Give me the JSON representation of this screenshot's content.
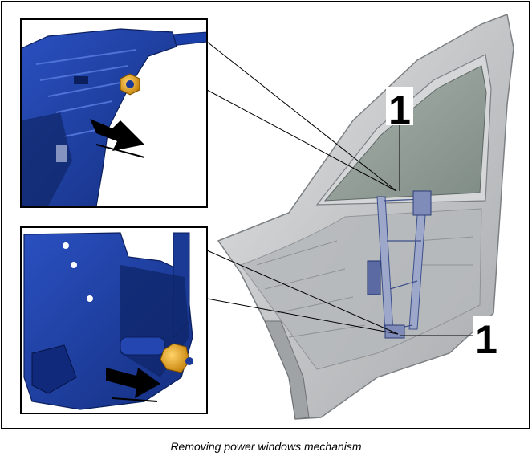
{
  "callouts": [
    {
      "label": "1"
    },
    {
      "label": "1"
    }
  ],
  "caption": "Removing power windows mechanism",
  "colors": {
    "bracket": "#1f3f9e",
    "bracket_dark": "#0f2668",
    "nut": "#e8a317",
    "door_panel": "#c4c6c8",
    "glass": "#8f9a94",
    "frame_border": "#000000",
    "arrow": "#000000"
  },
  "icons": [
    "bolt-removal-arrow-icon",
    "nut-icon"
  ]
}
